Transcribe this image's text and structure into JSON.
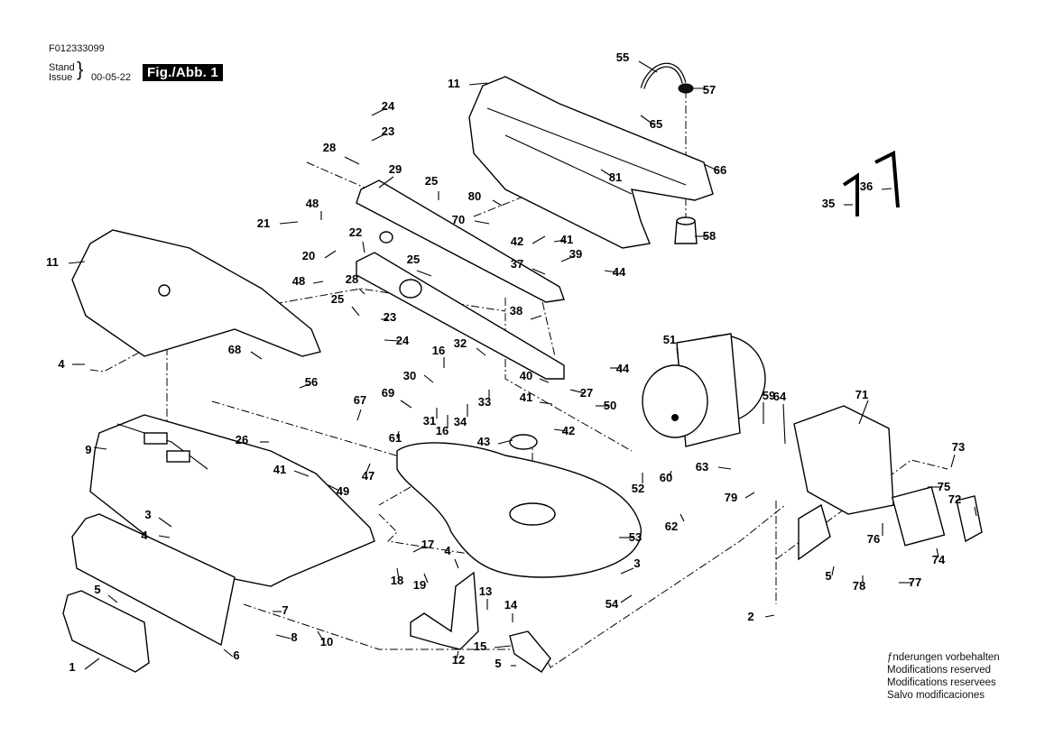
{
  "header": {
    "document_number": "F012333099",
    "stand_label": "Stand",
    "issue_label": "Issue",
    "issue_date": "00-05-22",
    "figure_badge": "Fig./Abb. 1"
  },
  "footer_notes": [
    "ƒnderungen vorbehalten",
    "Modifications reserved",
    "Modifications reservees",
    "Salvo modificaciones"
  ],
  "diagram": {
    "type": "exploded-parts-view",
    "part_labels": [
      {
        "id": "l55",
        "text": "55"
      },
      {
        "id": "l57",
        "text": "57"
      },
      {
        "id": "l11a",
        "text": "11"
      },
      {
        "id": "l65",
        "text": "65"
      },
      {
        "id": "l66",
        "text": "66"
      },
      {
        "id": "l81",
        "text": "81"
      },
      {
        "id": "l58",
        "text": "58"
      },
      {
        "id": "l24a",
        "text": "24"
      },
      {
        "id": "l23a",
        "text": "23"
      },
      {
        "id": "l28a",
        "text": "28"
      },
      {
        "id": "l29",
        "text": "29"
      },
      {
        "id": "l25a",
        "text": "25"
      },
      {
        "id": "l80",
        "text": "80"
      },
      {
        "id": "l70",
        "text": "70"
      },
      {
        "id": "l48a",
        "text": "48"
      },
      {
        "id": "l21",
        "text": "21"
      },
      {
        "id": "l22",
        "text": "22"
      },
      {
        "id": "l20",
        "text": "20"
      },
      {
        "id": "l25b",
        "text": "25"
      },
      {
        "id": "l42a",
        "text": "42"
      },
      {
        "id": "l41a",
        "text": "41"
      },
      {
        "id": "l39",
        "text": "39"
      },
      {
        "id": "l37",
        "text": "37"
      },
      {
        "id": "l44a",
        "text": "44"
      },
      {
        "id": "l35",
        "text": "35"
      },
      {
        "id": "l36",
        "text": "36"
      },
      {
        "id": "l11b",
        "text": "11"
      },
      {
        "id": "l48b",
        "text": "48"
      },
      {
        "id": "l28b",
        "text": "28"
      },
      {
        "id": "l25c",
        "text": "25"
      },
      {
        "id": "l23b",
        "text": "23"
      },
      {
        "id": "l24b",
        "text": "24"
      },
      {
        "id": "l38",
        "text": "38"
      },
      {
        "id": "l4a",
        "text": "4"
      },
      {
        "id": "l68",
        "text": "68"
      },
      {
        "id": "l32",
        "text": "32"
      },
      {
        "id": "l16a",
        "text": "16"
      },
      {
        "id": "l30",
        "text": "30"
      },
      {
        "id": "l40",
        "text": "40"
      },
      {
        "id": "l44b",
        "text": "44"
      },
      {
        "id": "l51",
        "text": "51"
      },
      {
        "id": "l56",
        "text": "56"
      },
      {
        "id": "l69",
        "text": "69"
      },
      {
        "id": "l33",
        "text": "33"
      },
      {
        "id": "l41b",
        "text": "41"
      },
      {
        "id": "l27",
        "text": "27"
      },
      {
        "id": "l50",
        "text": "50"
      },
      {
        "id": "l67",
        "text": "67"
      },
      {
        "id": "l31",
        "text": "31"
      },
      {
        "id": "l16b",
        "text": "16"
      },
      {
        "id": "l34",
        "text": "34"
      },
      {
        "id": "l42b",
        "text": "42"
      },
      {
        "id": "l59",
        "text": "59"
      },
      {
        "id": "l64",
        "text": "64"
      },
      {
        "id": "l71",
        "text": "71"
      },
      {
        "id": "l9",
        "text": "9"
      },
      {
        "id": "l26",
        "text": "26"
      },
      {
        "id": "l61",
        "text": "61"
      },
      {
        "id": "l43",
        "text": "43"
      },
      {
        "id": "l73",
        "text": "73"
      },
      {
        "id": "l47",
        "text": "47"
      },
      {
        "id": "l41c",
        "text": "41"
      },
      {
        "id": "l49",
        "text": "49"
      },
      {
        "id": "l52",
        "text": "52"
      },
      {
        "id": "l60",
        "text": "60"
      },
      {
        "id": "l63",
        "text": "63"
      },
      {
        "id": "l79",
        "text": "79"
      },
      {
        "id": "l75",
        "text": "75"
      },
      {
        "id": "l72",
        "text": "72"
      },
      {
        "id": "l62",
        "text": "62"
      },
      {
        "id": "l3a",
        "text": "3"
      },
      {
        "id": "l4b",
        "text": "4"
      },
      {
        "id": "l53",
        "text": "53"
      },
      {
        "id": "l17",
        "text": "17"
      },
      {
        "id": "l4c",
        "text": "4"
      },
      {
        "id": "l76",
        "text": "76"
      },
      {
        "id": "l18",
        "text": "18"
      },
      {
        "id": "l19",
        "text": "19"
      },
      {
        "id": "l3b",
        "text": "3"
      },
      {
        "id": "l74",
        "text": "74"
      },
      {
        "id": "l5a",
        "text": "5"
      },
      {
        "id": "l13",
        "text": "13"
      },
      {
        "id": "l54",
        "text": "54"
      },
      {
        "id": "l5b",
        "text": "5"
      },
      {
        "id": "l78",
        "text": "78"
      },
      {
        "id": "l77",
        "text": "77"
      },
      {
        "id": "l14",
        "text": "14"
      },
      {
        "id": "l7",
        "text": "7"
      },
      {
        "id": "l2",
        "text": "2"
      },
      {
        "id": "l8",
        "text": "8"
      },
      {
        "id": "l10",
        "text": "10"
      },
      {
        "id": "l6",
        "text": "6"
      },
      {
        "id": "l15",
        "text": "15"
      },
      {
        "id": "l12",
        "text": "12"
      },
      {
        "id": "l5c",
        "text": "5"
      },
      {
        "id": "l1",
        "text": "1"
      }
    ]
  }
}
